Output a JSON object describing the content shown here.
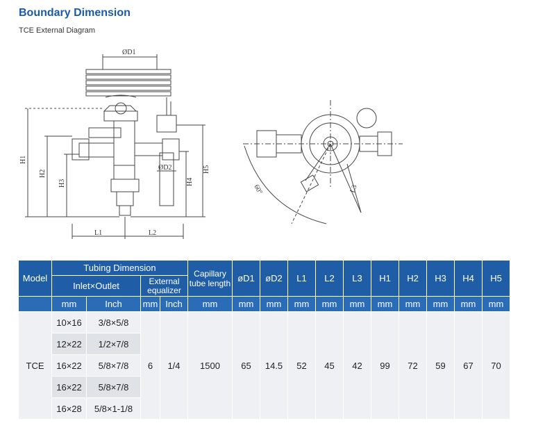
{
  "header": {
    "title": "Boundary Dimension",
    "subtitle": "TCE External Diagram"
  },
  "diagram_labels": {
    "d1": "ØD1",
    "d2": "ØD2",
    "h1": "H1",
    "h2": "H2",
    "h3": "H3",
    "h4": "H4",
    "h5": "H5",
    "l1": "L1",
    "l2": "L2",
    "l3": "L3",
    "angle": "60°"
  },
  "table": {
    "headers": {
      "model": "Model",
      "tubing": "Tubing Dimension",
      "inlet_outlet": "Inlet×Outlet",
      "external_equalizer": "External equalizer",
      "capillary": "Capillary tube length",
      "d1": "øD1",
      "d2": "øD2",
      "l1": "L1",
      "l2": "L2",
      "l3": "L3",
      "h1": "H1",
      "h2": "H2",
      "h3": "H3",
      "h4": "H4",
      "h5": "H5"
    },
    "units": {
      "mm": "mm",
      "inch": "Inch"
    },
    "rows": [
      {
        "mm": "10×16",
        "inch": "3/8×5/8"
      },
      {
        "mm": "12×22",
        "inch": "1/2×7/8"
      },
      {
        "mm": "16×22",
        "inch": "5/8×7/8"
      },
      {
        "mm": "16×22",
        "inch": "5/8×7/8"
      },
      {
        "mm": "16×28",
        "inch": "5/8×1-1/8"
      }
    ],
    "shared": {
      "model": "TCE",
      "eq_mm": "6",
      "eq_inch": "1/4",
      "capillary": "1500",
      "d1": "65",
      "d2": "14.5",
      "l1": "52",
      "l2": "45",
      "l3": "42",
      "h1": "99",
      "h2": "72",
      "h3": "59",
      "h4": "67",
      "h5": "70"
    }
  }
}
